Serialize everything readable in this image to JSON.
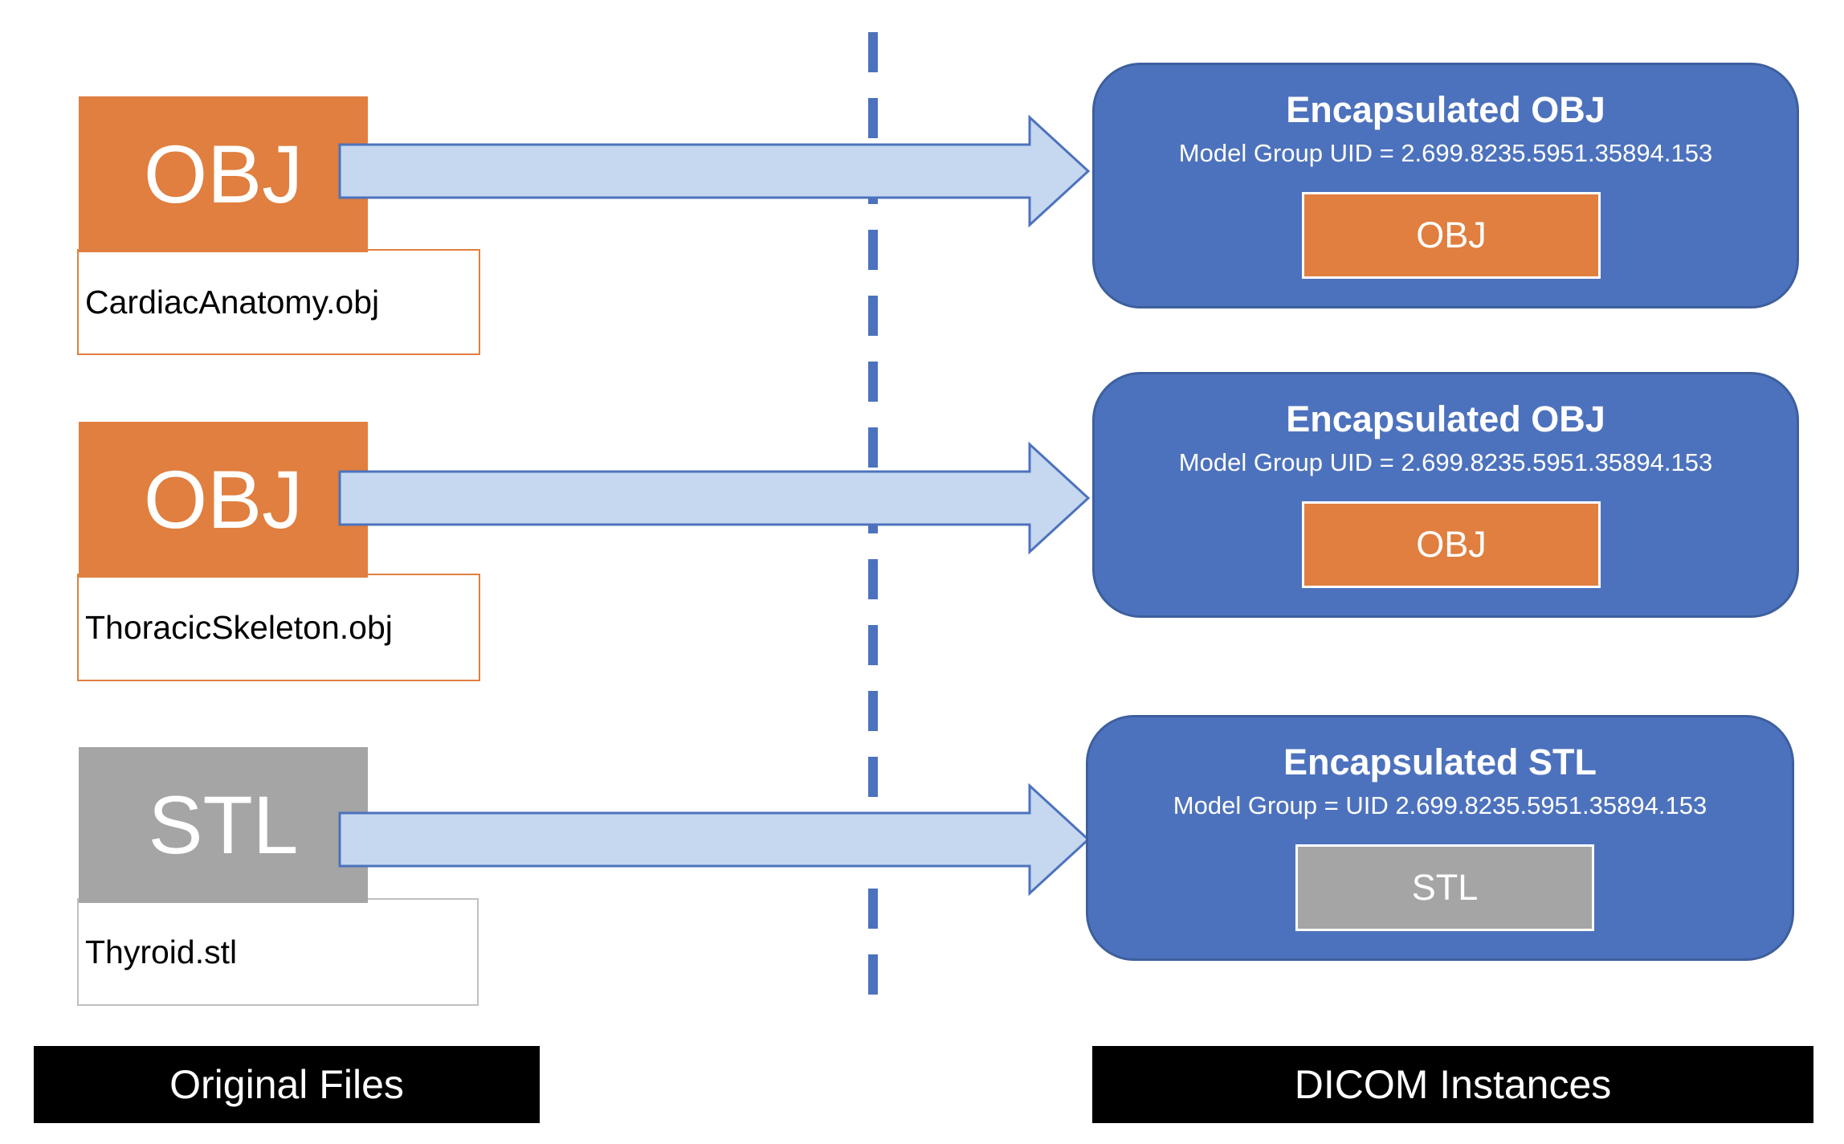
{
  "left": {
    "files": [
      {
        "type": "OBJ",
        "filename": "CardiacAnatomy.obj"
      },
      {
        "type": "OBJ",
        "filename": "ThoracicSkeleton.obj"
      },
      {
        "type": "STL",
        "filename": "Thyroid.stl"
      }
    ],
    "footer": "Original Files"
  },
  "right": {
    "instances": [
      {
        "title": "Encapsulated  OBJ",
        "uid": "Model Group UID = 2.699.8235.5951.35894.153",
        "type": "OBJ"
      },
      {
        "title": "Encapsulated  OBJ",
        "uid": "Model Group UID = 2.699.8235.5951.35894.153",
        "type": "OBJ"
      },
      {
        "title": "Encapsulated  STL",
        "uid": "Model Group = UID 2.699.8235.5951.35894.153",
        "type": "STL"
      }
    ],
    "footer": "DICOM Instances"
  },
  "colors": {
    "obj": "#e07f3f",
    "stl": "#a5a5a5",
    "instance": "#4d72bd",
    "arrow_fill": "#c5d8ef",
    "arrow_stroke": "#4d72bd",
    "divider": "#4d72bd"
  }
}
